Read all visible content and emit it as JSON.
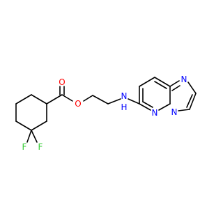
{
  "colors": {
    "carbon_bond": "#000000",
    "oxygen": "#ff0000",
    "nitrogen": "#0000ff",
    "fluorine": "#33cc33"
  },
  "atoms": {
    "o_carbonyl": "O",
    "o_ester": "O",
    "n_amine": "N",
    "h_amine": "H",
    "n_imidazole": "N",
    "n_bridge": "N",
    "n_pyridazine": "N",
    "f_1": "F",
    "f_2": "F"
  }
}
